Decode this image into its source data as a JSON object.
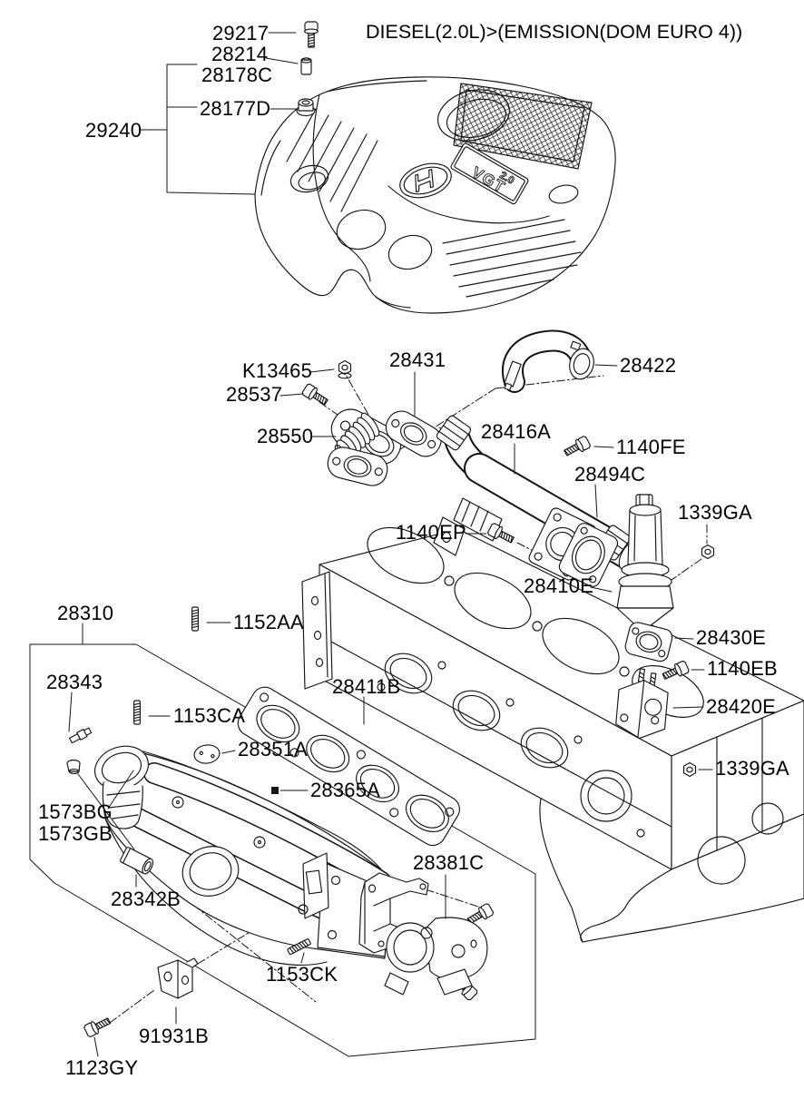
{
  "diagram": {
    "title": "DIESEL(2.0L)>(EMISSION(DOM EURO 4))",
    "engine_cover_badge": {
      "size": "2.0",
      "name": "VGT"
    },
    "labels": {
      "p29217": "29217",
      "p28214": "28214",
      "p28178c": "28178C",
      "p28177d": "28177D",
      "p29240": "29240",
      "pk13465": "K13465",
      "p28431_top": "28431",
      "p28422": "28422",
      "p28537": "28537",
      "p28550": "28550",
      "p28416a": "28416A",
      "p1140fe": "1140FE",
      "p28494c": "28494C",
      "p1339ga_top": "1339GA",
      "p1140ep": "1140EP",
      "p28410e": "28410E",
      "p28310": "28310",
      "p1152aa": "1152AA",
      "p28430e": "28430E",
      "p1140eb": "1140EB",
      "p28343": "28343",
      "p1153ca": "1153CA",
      "p28411b": "28411B",
      "p28420e": "28420E",
      "p28351a": "28351A",
      "p28365a": "28365A",
      "p1339ga_bottom": "1339GA",
      "p1573bg": "1573BG",
      "p1573gb": "1573GB",
      "p28381c": "28381C",
      "p28342b": "28342B",
      "p1153ck": "1153CK",
      "p91931b": "91931B",
      "p1123gy": "1123GY"
    }
  }
}
